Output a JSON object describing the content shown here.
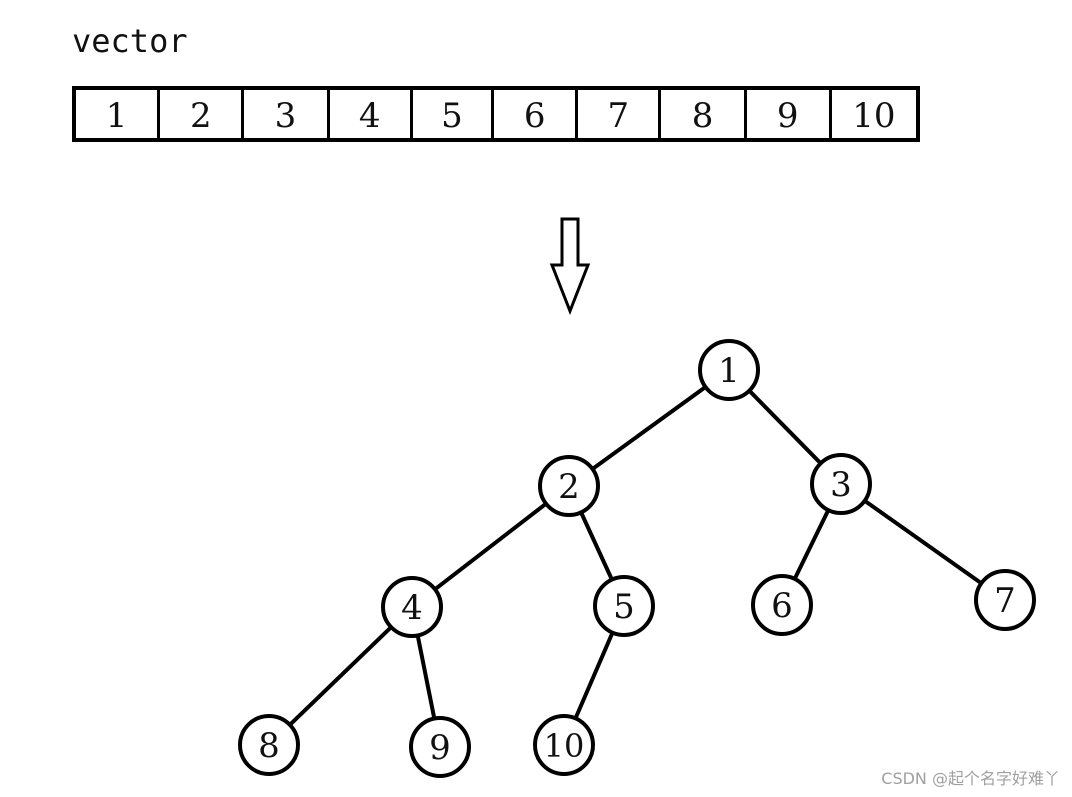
{
  "title": "vector",
  "array": {
    "values": [
      "1",
      "2",
      "3",
      "4",
      "5",
      "6",
      "7",
      "8",
      "9",
      "10"
    ]
  },
  "tree": {
    "nodes": [
      {
        "label": "1"
      },
      {
        "label": "2"
      },
      {
        "label": "3"
      },
      {
        "label": "4"
      },
      {
        "label": "5"
      },
      {
        "label": "6"
      },
      {
        "label": "7"
      },
      {
        "label": "8"
      },
      {
        "label": "9"
      },
      {
        "label": "10"
      }
    ],
    "edges": [
      [
        0,
        1
      ],
      [
        0,
        2
      ],
      [
        1,
        3
      ],
      [
        1,
        4
      ],
      [
        2,
        5
      ],
      [
        2,
        6
      ],
      [
        3,
        7
      ],
      [
        3,
        8
      ],
      [
        4,
        9
      ]
    ]
  },
  "watermark": "CSDN @起个名字好难丫",
  "colors": {
    "stroke": "#000000",
    "text": "#111111",
    "watermark": "#a0a0a0"
  }
}
